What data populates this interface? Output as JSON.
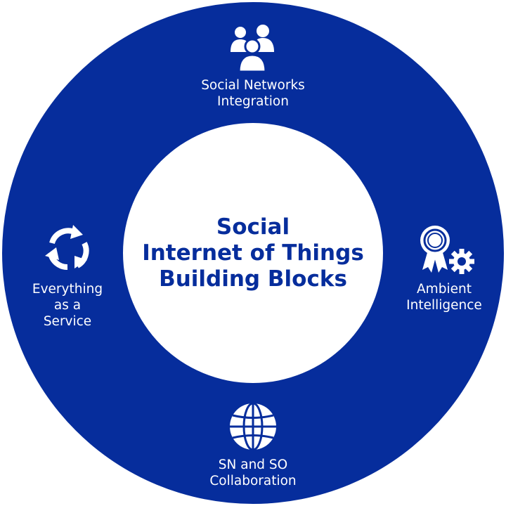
{
  "colors": {
    "ring": "#062d9c",
    "center_bg": "#ffffff",
    "title": "#062d9c",
    "label": "#ffffff"
  },
  "center": {
    "title_lines": [
      "Social",
      "Internet of Things",
      "Building Blocks"
    ]
  },
  "blocks": {
    "top": {
      "icon": "users-group-icon",
      "lines": [
        "Social Networks",
        "Integration"
      ]
    },
    "right": {
      "icon": "award-gear-icon",
      "lines": [
        "Ambient",
        "Intelligence"
      ]
    },
    "bottom": {
      "icon": "globe-icon",
      "lines": [
        "SN and SO",
        "Collaboration"
      ]
    },
    "left": {
      "icon": "recycle-arrows-icon",
      "lines": [
        "Everything",
        "as a",
        "Service"
      ]
    }
  }
}
